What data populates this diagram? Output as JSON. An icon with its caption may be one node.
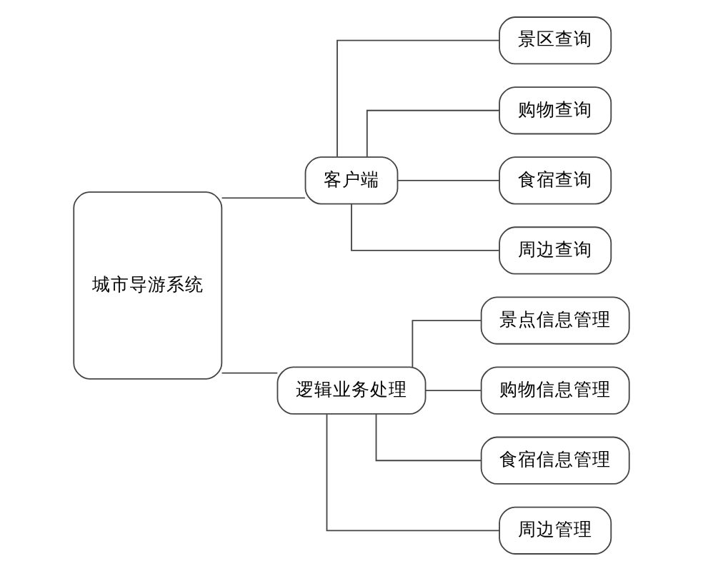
{
  "diagram": {
    "nodes": [
      {
        "text": [
          "城市导游系统"
        ]
      },
      {
        "text": [
          "客户端"
        ]
      },
      {
        "text": [
          "逻辑业务处理"
        ]
      },
      {
        "text": [
          "景区查询"
        ]
      },
      {
        "text": [
          "购物查询"
        ]
      },
      {
        "text": [
          "食宿查询"
        ]
      },
      {
        "text": [
          "周边查询"
        ]
      },
      {
        "text": [
          "景点信息管理"
        ]
      },
      {
        "text": [
          "购物信息管理"
        ]
      },
      {
        "text": [
          "食宿信息管理"
        ]
      },
      {
        "text": [
          "周边管理"
        ]
      }
    ],
    "edges": [
      {
        "from": 0,
        "to": 1,
        "arrow": "none"
      },
      {
        "from": 0,
        "to": 2,
        "arrow": "none"
      },
      {
        "from": 1,
        "to": 3,
        "arrow": "none"
      },
      {
        "from": 1,
        "to": 4,
        "arrow": "none"
      },
      {
        "from": 1,
        "to": 5,
        "arrow": "none"
      },
      {
        "from": 1,
        "to": 6,
        "arrow": "none"
      },
      {
        "from": 2,
        "to": 7,
        "arrow": "none"
      },
      {
        "from": 2,
        "to": 8,
        "arrow": "none"
      },
      {
        "from": 2,
        "to": 9,
        "arrow": "none"
      },
      {
        "from": 2,
        "to": 10,
        "arrow": "none"
      }
    ]
  }
}
